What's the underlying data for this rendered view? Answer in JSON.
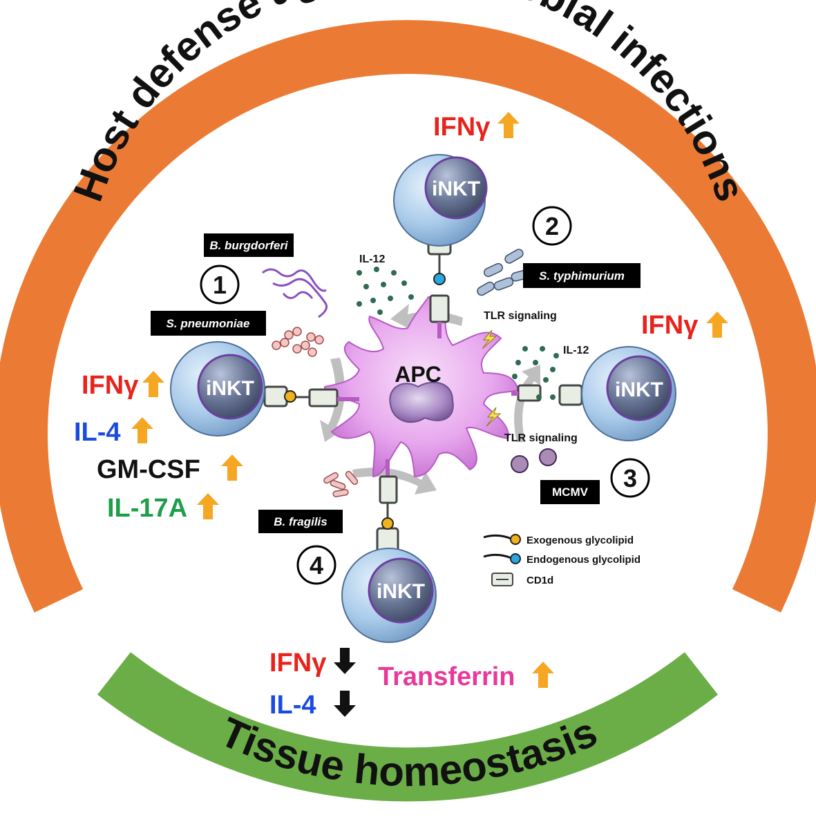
{
  "arcs": {
    "top_title": "Host defense against microbial infections",
    "bottom_title": "Tissue homeostasis",
    "top_color": "#EB7B34",
    "bottom_color": "#6BAE48"
  },
  "cells": {
    "apc_label": "APC",
    "inkt_label": "iNKT"
  },
  "pathways": {
    "p1": {
      "number": "1",
      "species_a": "B. burgdorferi",
      "species_b": "S. pneumoniae"
    },
    "p2": {
      "number": "2",
      "species": "S. typhimurium",
      "il12": "IL-12",
      "tlr": "TLR signaling"
    },
    "p3": {
      "number": "3",
      "species": "MCMV",
      "il12": "IL-12",
      "tlr": "TLR signaling"
    },
    "p4": {
      "number": "4",
      "species": "B. fragilis"
    }
  },
  "cytokines": {
    "top": {
      "label": "IFNγ",
      "direction": "up"
    },
    "right": {
      "label": "IFNγ",
      "direction": "up"
    },
    "left": [
      {
        "label": "IFNγ",
        "color": "#E8231B",
        "direction": "up"
      },
      {
        "label": "IL-4",
        "color": "#1A4BE0",
        "direction": "up"
      },
      {
        "label": "GM-CSF",
        "color": "#111111",
        "direction": "up"
      },
      {
        "label": "IL-17A",
        "color": "#1E9E4A",
        "direction": "up"
      }
    ],
    "bottom": [
      {
        "label": "IFNγ",
        "color": "#E8231B",
        "direction": "down"
      },
      {
        "label": "IL-4",
        "color": "#1A4BE0",
        "direction": "down"
      }
    ],
    "transferrin": {
      "label": "Transferrin",
      "color": "#E8399A",
      "direction": "up"
    }
  },
  "legend": {
    "exogenous": "Exogenous glycolipid",
    "endogenous": "Endogenous glycolipid",
    "cd1d": "CD1d"
  },
  "colors": {
    "ifng": "#E8231B",
    "up_arrow": "#F5A623",
    "down_arrow": "#111111",
    "inkt_outer": "#A9CBEA",
    "inkt_nucleus": "#5E6B8A",
    "apc": "#E49BEA",
    "exogenous": "#F2B21B",
    "endogenous": "#2BA7E0",
    "il12_dots": "#2E6B4F"
  }
}
